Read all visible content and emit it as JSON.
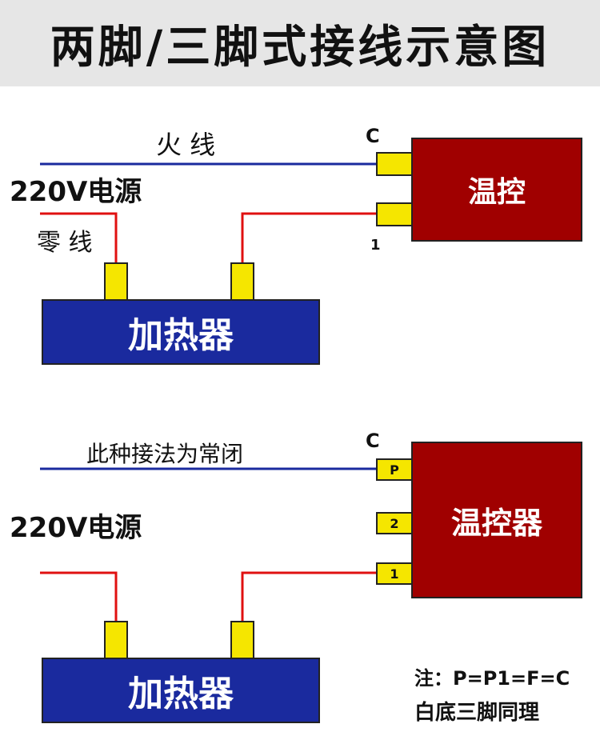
{
  "title": "两脚/三脚式接线示意图",
  "diagram1": {
    "live_wire_label": "火 线",
    "power_label": "220V电源",
    "neutral_wire_label": "零 线",
    "thermostat_label": "温控",
    "heater_label": "加热器",
    "terminal_c_label": "C",
    "terminal_1_label": "1"
  },
  "diagram2": {
    "note_label": "此种接法为常闭",
    "power_label": "220V电源",
    "thermostat_label": "温控器",
    "heater_label": "加热器",
    "terminal_c_label": "C",
    "terminal_p_label": "P",
    "terminal_2_label": "2",
    "terminal_1_label": "1"
  },
  "footnote": {
    "line1": "注：P=P1=F=C",
    "line2": "白底三脚同理"
  },
  "colors": {
    "live_wire": "#1a2a9e",
    "neutral_wire": "#e01010",
    "thermostat": "#a00000",
    "heater": "#1a2a9e",
    "terminal": "#f5e600"
  }
}
